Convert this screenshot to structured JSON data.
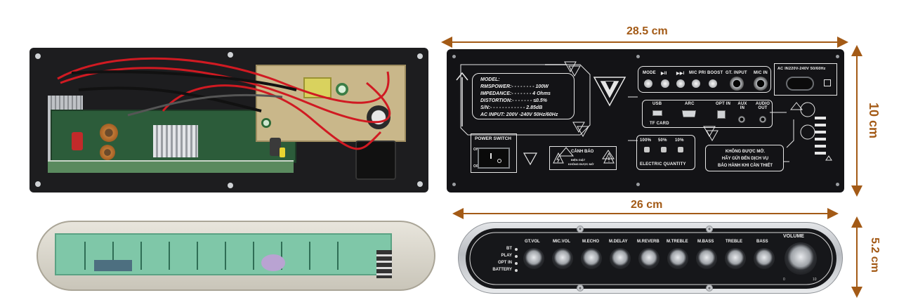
{
  "dimensions": {
    "panel_width": "28.5 cm",
    "panel_height": "10 cm",
    "knob_plate_width": "26 cm",
    "knob_plate_height": "5.2 cm"
  },
  "panel": {
    "spec_model": "MODEL:",
    "spec_rms": "RMSPOWER:- - - - - - - - 100W",
    "spec_impedance": "IMPEDANCE:- - - - - - - 4 Ohms",
    "spec_distortion": "DISTORTION:- - - - - - - ≤0.5%",
    "spec_sn": "S/N:- - - - - - - - - - - - 2.85dB",
    "spec_ac": "AC INPUT: 200V -240V  50Hz/60Hz",
    "btn_mode": "MODE",
    "btn_play": "▶II",
    "btn_next": "▶▶I",
    "btn_mic_pri": "MIC PRI",
    "btn_boost": "BOOST",
    "gt_input": "GT. INPUT",
    "mic_in": "MIC IN",
    "ac_label": "AC IN220V-240V 50/60Hz",
    "usb": "USB",
    "tf_card": "TF CARD",
    "arc": "ARC",
    "opt_in": "OPT IN",
    "aux_in": "AUX IN",
    "audio_out": "AUDIO OUT",
    "power_switch": "POWER SWITCH",
    "on": "ON",
    "off": "OFF",
    "warning": "CẢNH BÁO",
    "warning_sub1": "ĐIỆN GIẬT",
    "warning_sub2": "KHÔNG ĐƯỢC MỞ",
    "elec_100": "100%",
    "elec_50": "50%",
    "elec_10": "10%",
    "elec_label": "ELECTRIC QUANTITY",
    "note_1": "KHÔNG ĐƯỢC MỞ.",
    "note_2": "HÃY GỬI ĐẾN DỊCH VỤ",
    "note_3": "BẢO HÀNH KHI CẦN THIẾT"
  },
  "plate": {
    "indicators": [
      "BT",
      "PLAY",
      "OPT IN",
      "BATTERY"
    ],
    "knobs": [
      "GT.VOL",
      "MIC.VOL",
      "M.ECHO",
      "M.DELAY",
      "M.REVERB",
      "M.TREBLE",
      "M.BASS",
      "TREBLE",
      "BASS"
    ],
    "volume": "VOLUME",
    "vol_min": "0",
    "vol_max": "10"
  },
  "colors": {
    "dimension": "#a35a16",
    "panel": "#131316",
    "wire_red": "#d01a22"
  }
}
